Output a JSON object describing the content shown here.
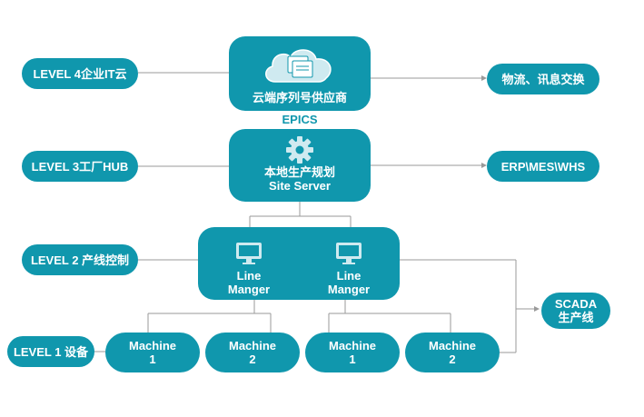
{
  "levels": [
    {
      "id": "l4",
      "label": "LEVEL 4企业IT云"
    },
    {
      "id": "l3",
      "label": "LEVEL 3工厂HUB"
    },
    {
      "id": "l2",
      "label": "LEVEL 2 产线控制"
    },
    {
      "id": "l1",
      "label": "LEVEL 1 设备"
    }
  ],
  "cloud_node": {
    "label": "云端序列号供应商",
    "icon": "cloud-documents-icon"
  },
  "epics_label": "EPICS",
  "site_node": {
    "line1": "本地生产规划",
    "line2": "Site Server",
    "icon": "gear-icon"
  },
  "line_managers": [
    {
      "line1": "Line",
      "line2": "Manger",
      "icon": "monitor-icon"
    },
    {
      "line1": "Line",
      "line2": "Manger",
      "icon": "monitor-icon"
    }
  ],
  "machines": [
    {
      "line1": "Machine",
      "line2": "1"
    },
    {
      "line1": "Machine",
      "line2": "2"
    },
    {
      "line1": "Machine",
      "line2": "1"
    },
    {
      "line1": "Machine",
      "line2": "2"
    }
  ],
  "outputs": {
    "logistics": "物流、讯息交换",
    "erp": "ERP\\MES\\WHS",
    "scada_line1": "SCADA",
    "scada_line2": "生产线"
  },
  "colors": {
    "primary": "#1097ad",
    "light": "#cfeaf0",
    "wire": "#9a9a9a"
  }
}
